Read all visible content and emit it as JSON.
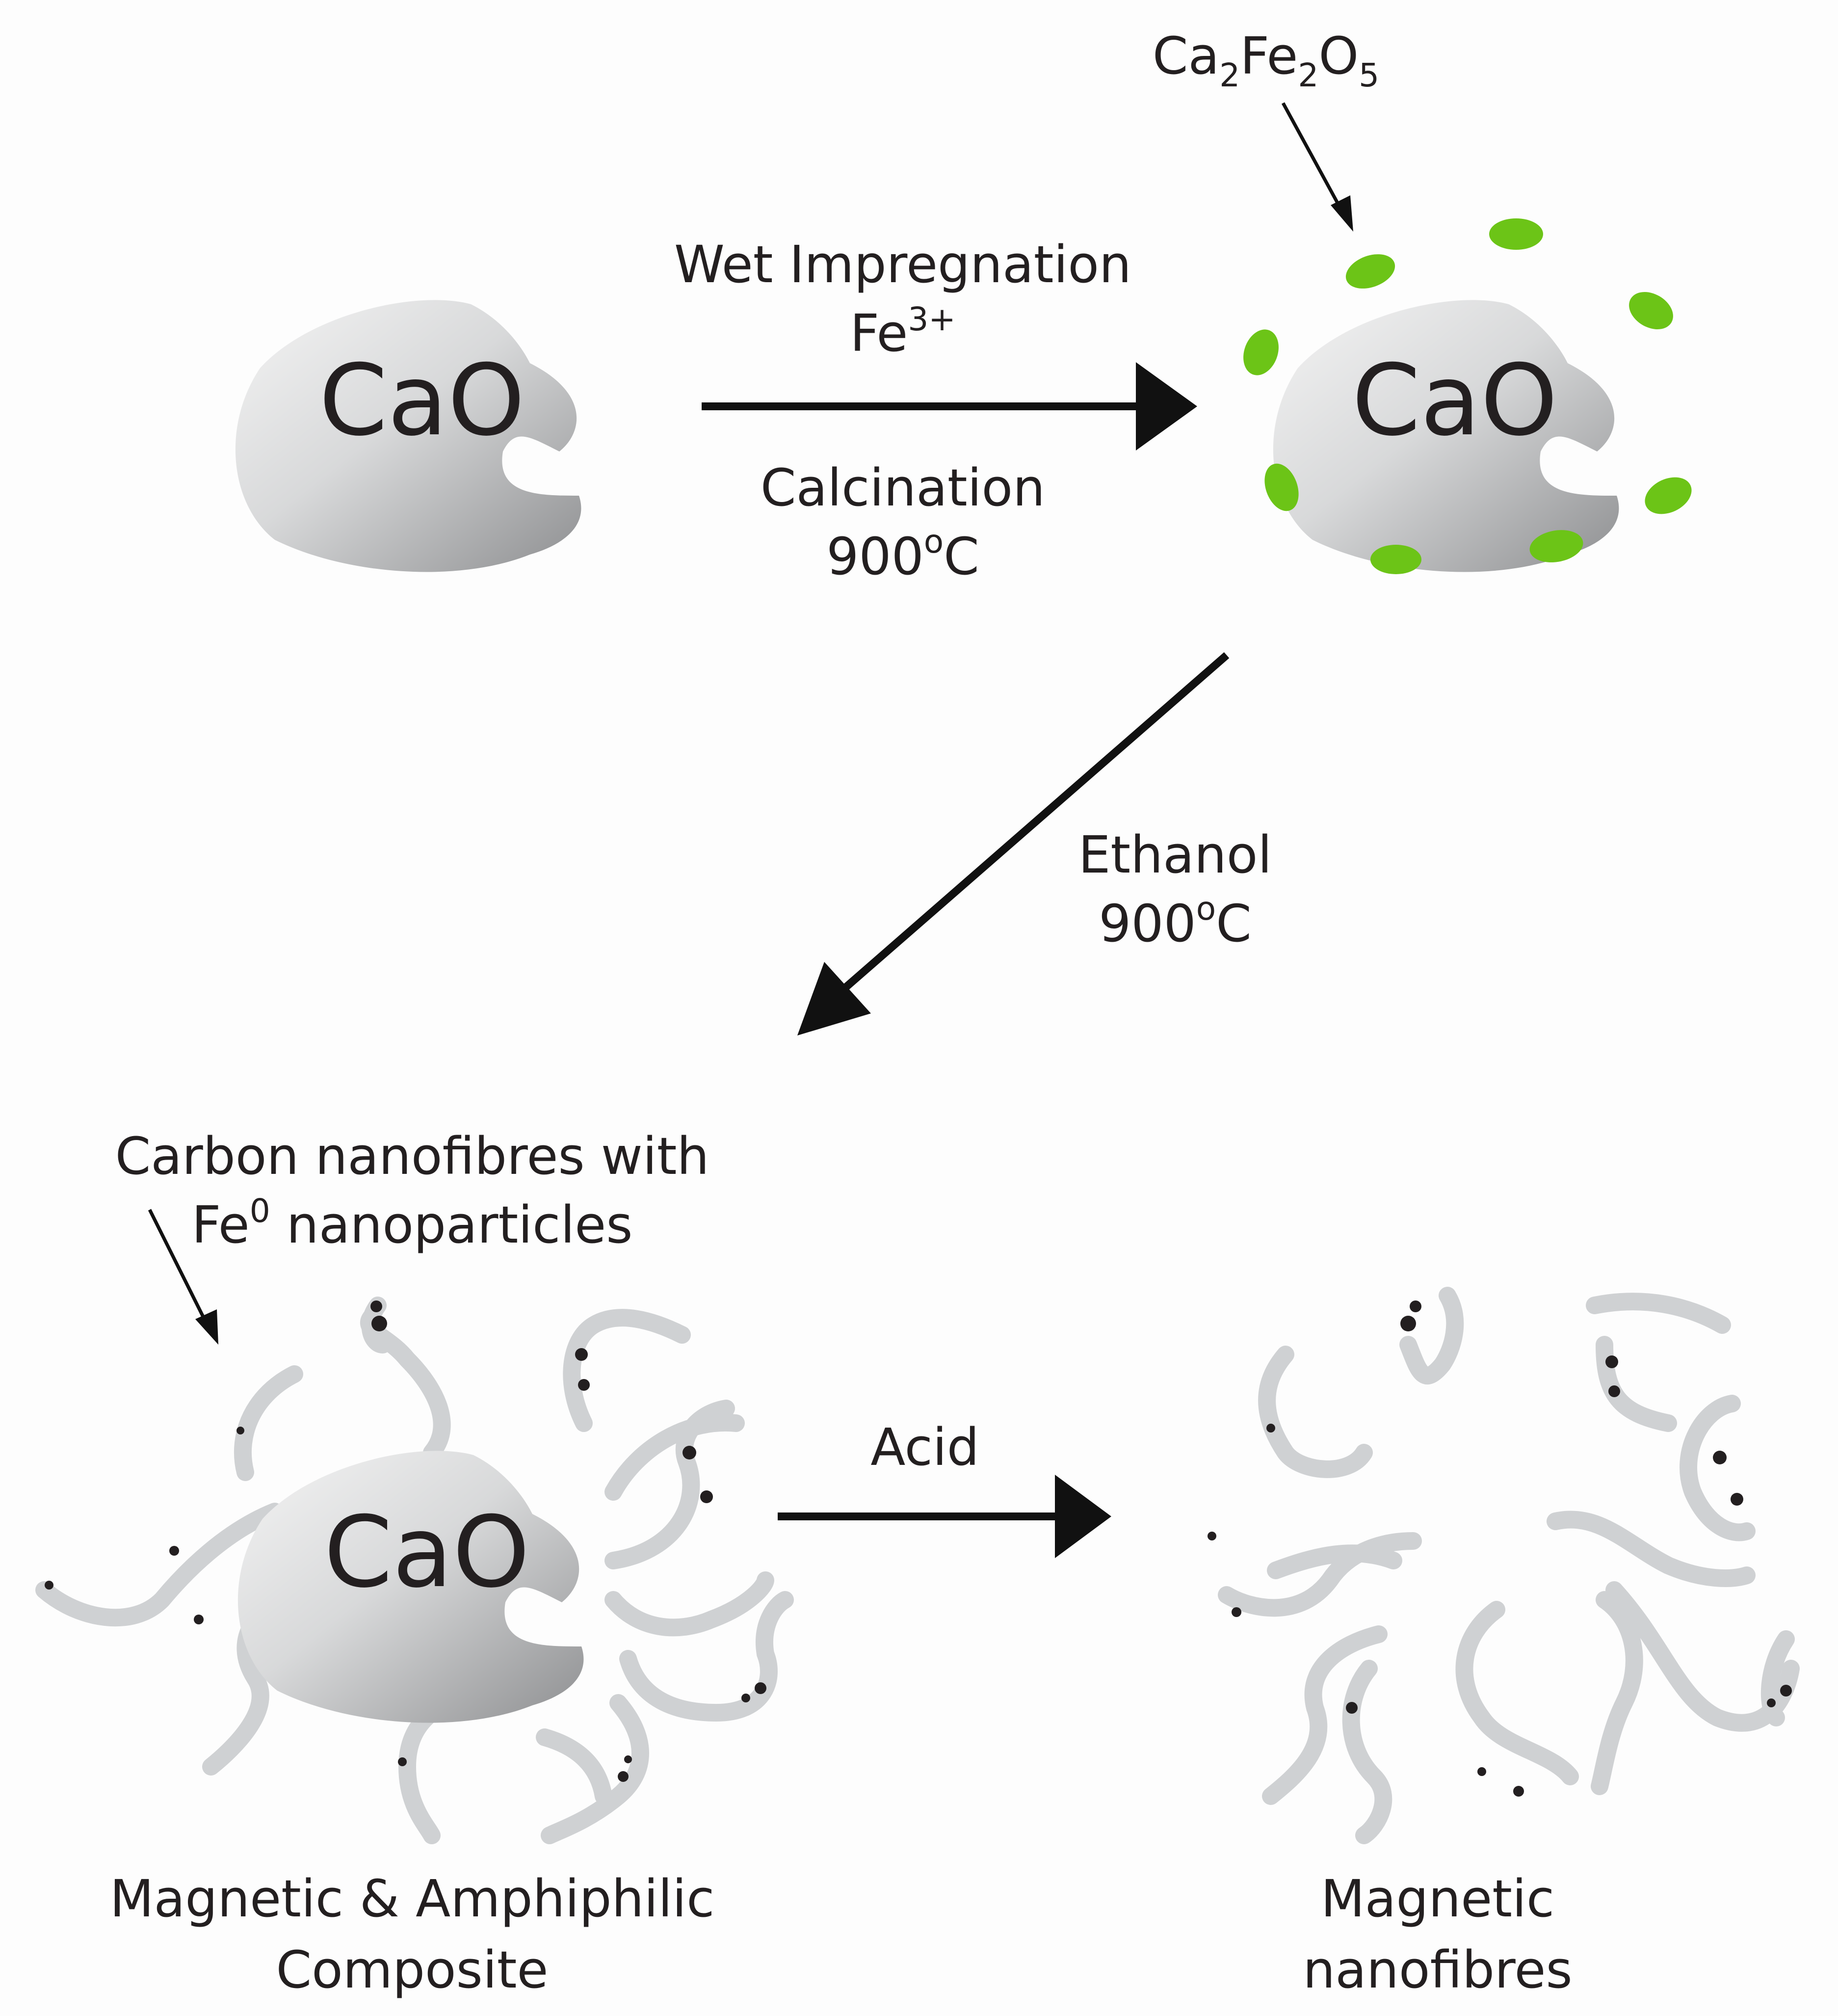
{
  "particle_label": "CaO",
  "step1": {
    "reagent_line1": "Wet Impregnation",
    "reagent_line2_base": "Fe",
    "reagent_line2_sup": "3+",
    "conditions_line1": "Calcination",
    "conditions_line2_num": "900",
    "conditions_line2_deg": "o",
    "conditions_line2_unit": "C"
  },
  "coated_label": {
    "p1": "Ca",
    "s1": "2",
    "p2": "Fe",
    "s2": "2",
    "p3": "O",
    "s3": "5"
  },
  "step2": {
    "reagent": "Ethanol",
    "temp_num": "900",
    "temp_deg": "o",
    "temp_unit": "C"
  },
  "composite_callout": {
    "line1": "Carbon nanofibres with",
    "line2_base": "Fe",
    "line2_sup": "0",
    "line2_rest": " nanoparticles"
  },
  "step3": {
    "reagent": "Acid"
  },
  "composite_caption": {
    "line1": "Magnetic & Amphiphilic",
    "line2": "Composite"
  },
  "product_caption": {
    "line1": "Magnetic",
    "line2": "nanofibres"
  },
  "colors": {
    "particle_light": "#f4f4f4",
    "particle_dark": "#8e8f91",
    "ca2fe2o5": "#6cc417",
    "fiber": "#cfd1d3",
    "fe_dot": "#231f20",
    "arrow": "#111111"
  }
}
